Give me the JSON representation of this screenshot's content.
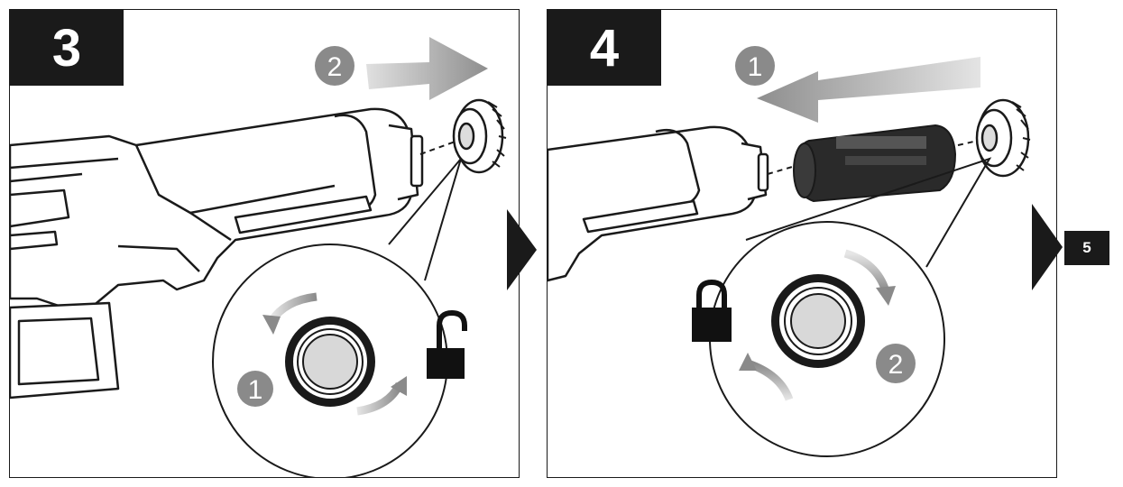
{
  "panels": [
    {
      "step": "3",
      "badges": [
        "2",
        "1"
      ]
    },
    {
      "step": "4",
      "badges": [
        "1",
        "2"
      ]
    }
  ],
  "next_step": "5",
  "colors": {
    "ink": "#1a1a1a",
    "badge": "#8a8a8a",
    "arrow": "#9a9a9a",
    "lock": "#111111"
  },
  "icons": {
    "step3_lock": "unlocked-padlock-icon",
    "step4_lock": "locked-padlock-icon"
  }
}
